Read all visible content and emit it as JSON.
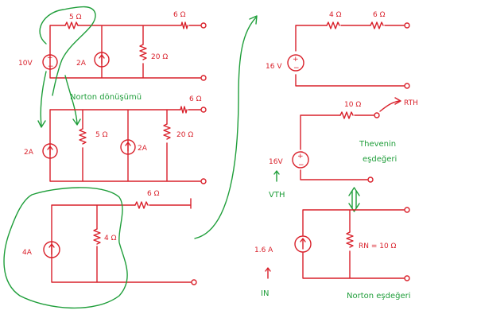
{
  "colors": {
    "circuit": "#d9202a",
    "annotation": "#1f9e3a"
  },
  "labels": {
    "c1_r_series": "5 Ω",
    "c1_r_out": "6 Ω",
    "c1_v": "10V",
    "c1_i": "2A",
    "c1_r_shunt": "20 Ω",
    "norton_transform": "Norton dönüşümü",
    "c2_r_out": "6 Ω",
    "c2_i1": "2A",
    "c2_r_mid": "5 Ω",
    "c2_i2": "2A",
    "c2_r_right": "20 Ω",
    "c3_r_out": "6 Ω",
    "c3_i": "4A",
    "c3_r": "4 Ω",
    "r1_r1": "4 Ω",
    "r1_r2": "6 Ω",
    "r1_v": "16 V",
    "r2_r": "10 Ω",
    "r2_rth": "RTH",
    "r2_v": "16V",
    "vth": "VTH",
    "thevenin": "Thevenin",
    "esdegeri_1": "eşdeğeri",
    "r3_i": "1.6 A",
    "r3_rn": "RN = 10 Ω",
    "in_label": "IN",
    "norton_equiv": "Norton eşdeğeri"
  }
}
